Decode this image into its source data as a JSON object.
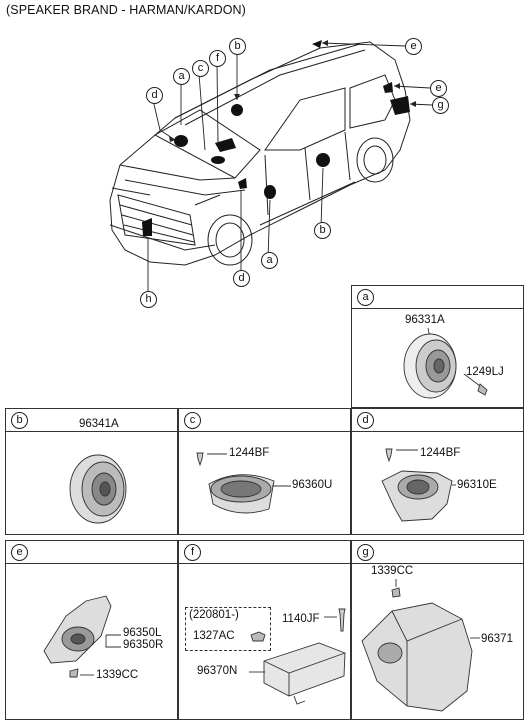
{
  "title": "(SPEAKER BRAND - HARMAN/KARDON)",
  "callouts": {
    "a": "a",
    "b": "b",
    "c": "c",
    "d": "d",
    "e": "e",
    "f": "f",
    "g": "g",
    "h": "h"
  },
  "panels": {
    "a": {
      "letter": "a",
      "parts": [
        "96331A",
        "1249LJ"
      ]
    },
    "b": {
      "letter": "b",
      "parts": [
        "96341A"
      ]
    },
    "c": {
      "letter": "c",
      "parts": [
        "1244BF",
        "96360U"
      ]
    },
    "d": {
      "letter": "d",
      "parts": [
        "1244BF",
        "96310E"
      ]
    },
    "e": {
      "letter": "e",
      "parts": [
        "96350L",
        "96350R",
        "1339CC"
      ]
    },
    "f": {
      "letter": "f",
      "parts": [
        "(220801-)",
        "1327AC",
        "1140JF",
        "96370N"
      ]
    },
    "g": {
      "letter": "g",
      "parts": [
        "1339CC",
        "96371"
      ]
    }
  }
}
